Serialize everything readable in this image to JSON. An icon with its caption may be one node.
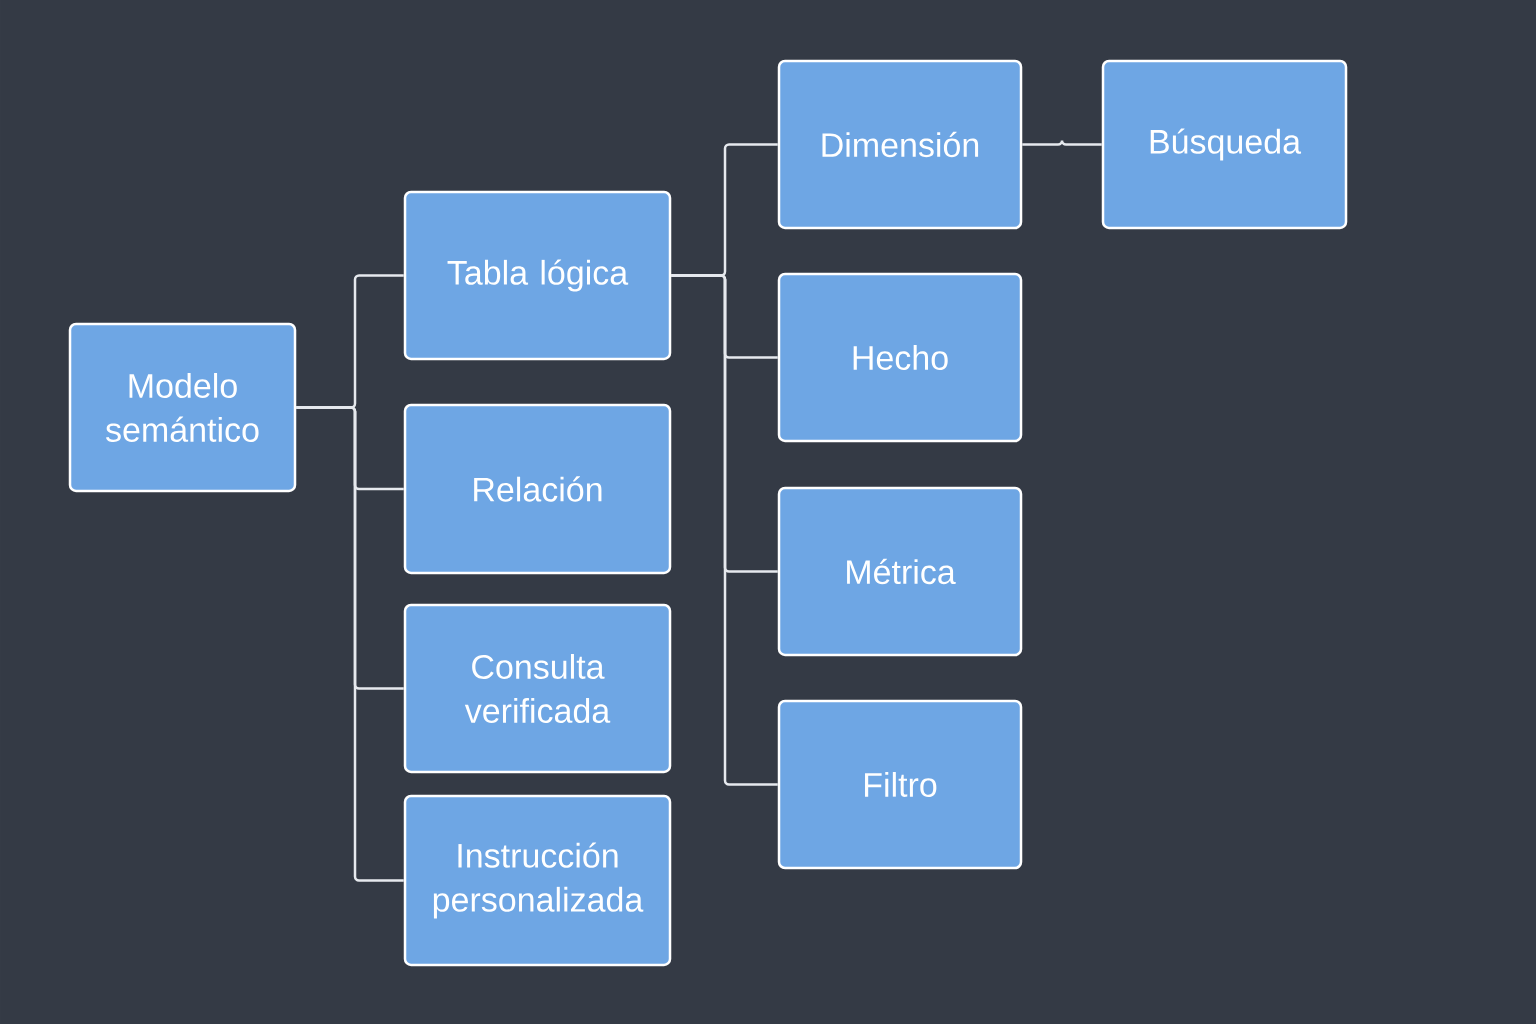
{
  "diagram": {
    "nodes": [
      {
        "text": [
          "Modelo semántico"
        ]
      },
      {
        "text": [
          "Tabla lógica"
        ]
      },
      {
        "text": [
          "Relación"
        ]
      },
      {
        "text": [
          "Consulta verificada"
        ]
      },
      {
        "text": [
          "Instrucción personalizada"
        ]
      },
      {
        "text": [
          "Dimensión"
        ]
      },
      {
        "text": [
          "Hecho"
        ]
      },
      {
        "text": [
          "Métrica"
        ]
      },
      {
        "text": [
          "Filtro"
        ]
      },
      {
        "text": [
          "Búsqueda"
        ]
      }
    ],
    "edges": [
      {
        "from": 0,
        "to": 1,
        "arrow": "none"
      },
      {
        "from": 0,
        "to": 2,
        "arrow": "none"
      },
      {
        "from": 0,
        "to": 3,
        "arrow": "none"
      },
      {
        "from": 0,
        "to": 4,
        "arrow": "none"
      },
      {
        "from": 1,
        "to": 5,
        "arrow": "none"
      },
      {
        "from": 1,
        "to": 6,
        "arrow": "none"
      },
      {
        "from": 1,
        "to": 7,
        "arrow": "none"
      },
      {
        "from": 1,
        "to": 8,
        "arrow": "none"
      },
      {
        "from": 5,
        "to": 9,
        "arrow": "none"
      }
    ]
  }
}
